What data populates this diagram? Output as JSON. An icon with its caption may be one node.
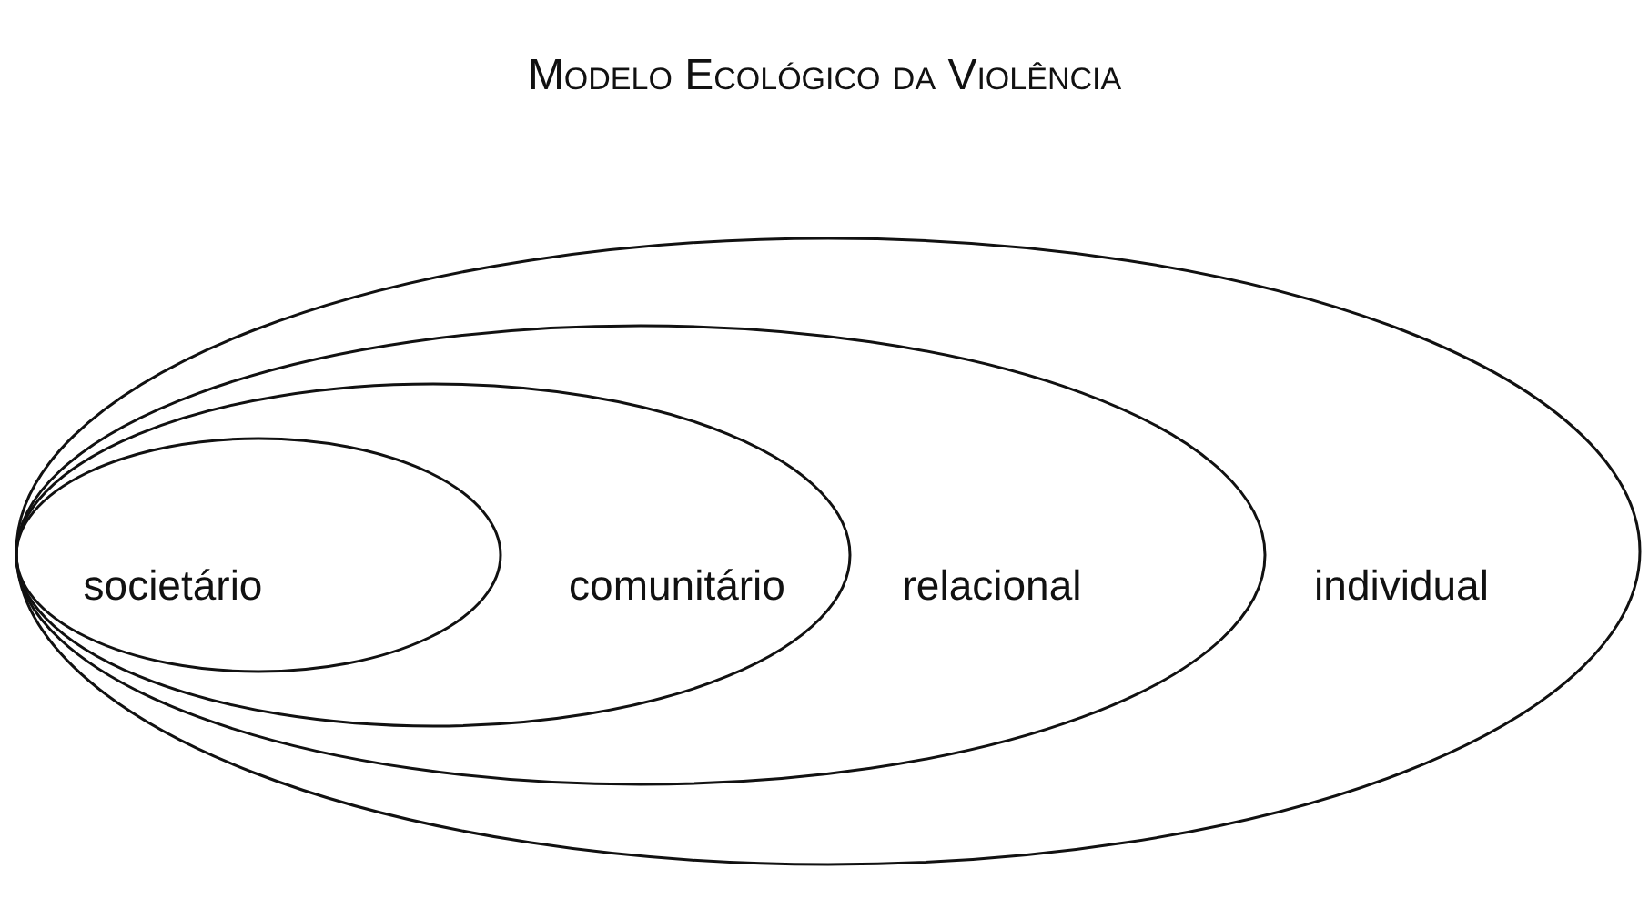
{
  "diagram": {
    "title": "Modelo Ecológico da Violência",
    "nodes": [
      {
        "text": [
          "individual"
        ]
      },
      {
        "text": [
          "relacional"
        ],
        "in": 0
      },
      {
        "text": [
          "comunitário"
        ],
        "in": 1
      },
      {
        "text": [
          "societário"
        ],
        "in": 2
      }
    ]
  }
}
